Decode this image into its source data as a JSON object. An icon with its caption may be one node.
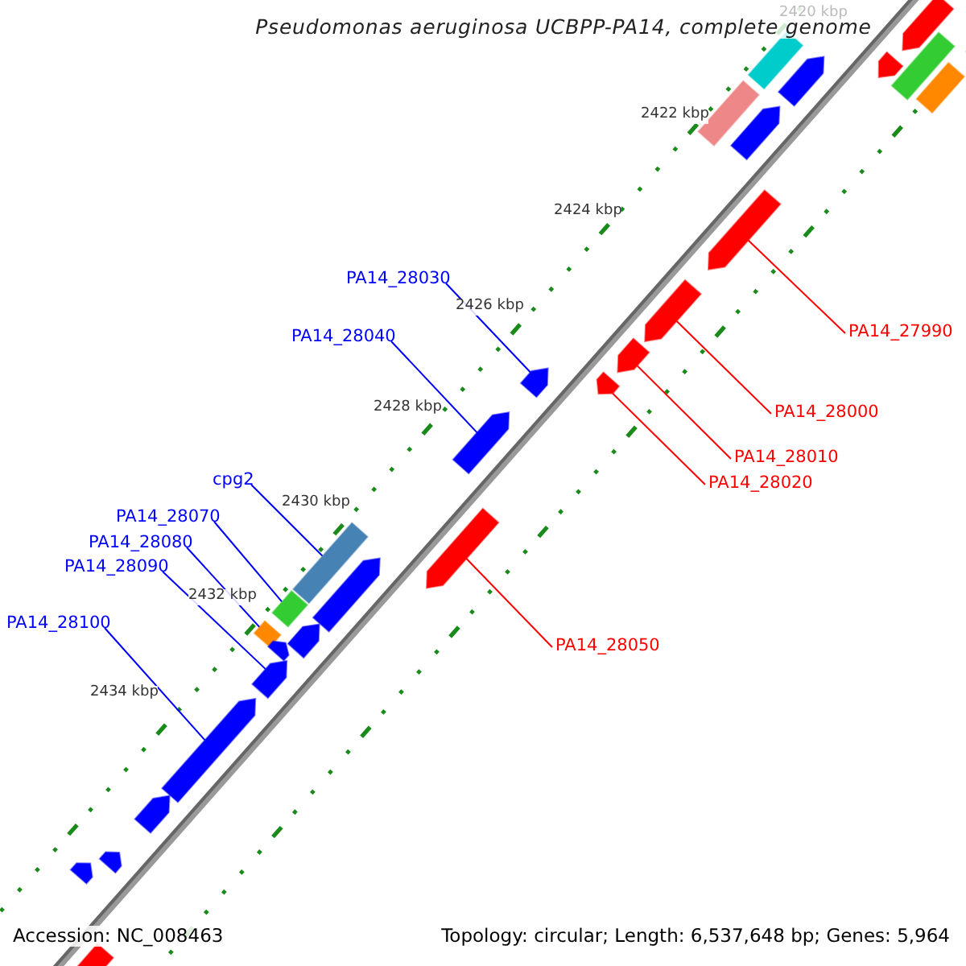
{
  "diagram": {
    "title": "Pseudomonas aeruginosa UCBPP-PA14, complete genome",
    "nodes": [
      {
        "text": [
          "PA14_28030"
        ]
      },
      {
        "text": [
          "PA14_28040"
        ]
      },
      {
        "text": [
          "cpg2"
        ]
      },
      {
        "text": [
          "PA14_28070"
        ]
      },
      {
        "text": [
          "PA14_28080"
        ]
      },
      {
        "text": [
          "PA14_28090"
        ]
      },
      {
        "text": [
          "PA14_28100"
        ]
      },
      {
        "text": [
          "PA14_27990"
        ]
      },
      {
        "text": [
          "PA14_28000"
        ]
      },
      {
        "text": [
          "PA14_28010"
        ]
      },
      {
        "text": [
          "PA14_28020"
        ]
      },
      {
        "text": [
          "PA14_28050"
        ]
      },
      {
        "text": [],
        "shape": "pentagon"
      },
      {
        "text": [],
        "shape": "pentagon"
      },
      {
        "text": [],
        "shape": "box"
      },
      {
        "text": [],
        "shape": "box"
      },
      {
        "text": [],
        "shape": "box"
      },
      {
        "text": [],
        "shape": "pentagon"
      },
      {
        "text": [],
        "shape": "pentagon"
      },
      {
        "text": [],
        "shape": "pentagon"
      },
      {
        "text": [],
        "shape": "pentagon"
      },
      {
        "text": [],
        "shape": "pentagon"
      },
      {
        "text": [],
        "shape": "pentagon"
      },
      {
        "text": [],
        "shape": "pentagon"
      },
      {
        "text": [],
        "shape": "pentagon"
      },
      {
        "text": [],
        "shape": "pentagon"
      },
      {
        "text": [],
        "shape": "box"
      },
      {
        "text": [],
        "shape": "box"
      },
      {
        "text": [],
        "shape": "pentagon"
      },
      {
        "text": [],
        "shape": "pentagon"
      },
      {
        "text": [],
        "shape": "box"
      },
      {
        "text": [],
        "shape": "pentagon"
      },
      {
        "text": [],
        "shape": "box"
      },
      {
        "text": [],
        "shape": "pentagon"
      },
      {
        "text": [],
        "shape": "pentagon"
      },
      {
        "text": [],
        "shape": "pentagon"
      },
      {
        "text": [],
        "shape": "pentagon"
      },
      {
        "text": [],
        "shape": "pentagon"
      },
      {
        "text": [],
        "shape": "pentagon"
      }
    ],
    "edges": [
      {
        "from": 0,
        "to": 12,
        "arrow": "none",
        "color": "#0000ff"
      },
      {
        "from": 1,
        "to": 13,
        "arrow": "none",
        "color": "#0000ff"
      },
      {
        "from": 2,
        "to": 14,
        "arrow": "none",
        "color": "#0000ff"
      },
      {
        "from": 3,
        "to": 15,
        "arrow": "none",
        "color": "#0000ff"
      },
      {
        "from": 4,
        "to": 16,
        "arrow": "none",
        "color": "#0000ff"
      },
      {
        "from": 5,
        "to": 17,
        "arrow": "none",
        "color": "#0000ff"
      },
      {
        "from": 6,
        "to": 18,
        "arrow": "none",
        "color": "#0000ff"
      },
      {
        "from": 7,
        "to": 19,
        "arrow": "none",
        "color": "#ff0000"
      },
      {
        "from": 8,
        "to": 20,
        "arrow": "none",
        "color": "#ff0000"
      },
      {
        "from": 9,
        "to": 21,
        "arrow": "none",
        "color": "#ff0000"
      },
      {
        "from": 10,
        "to": 22,
        "arrow": "none",
        "color": "#ff0000"
      },
      {
        "from": 11,
        "to": 23,
        "arrow": "none",
        "color": "#ff0000"
      }
    ],
    "labels": [
      "2420 kbp",
      "2422 kbp",
      "2424 kbp",
      "2426 kbp",
      "2428 kbp",
      "2430 kbp",
      "2432 kbp",
      "2434 kbp",
      "Accession: NC_008463",
      "Topology: circular; Length: 6,537,648 bp; Genes: 5,964"
    ]
  }
}
